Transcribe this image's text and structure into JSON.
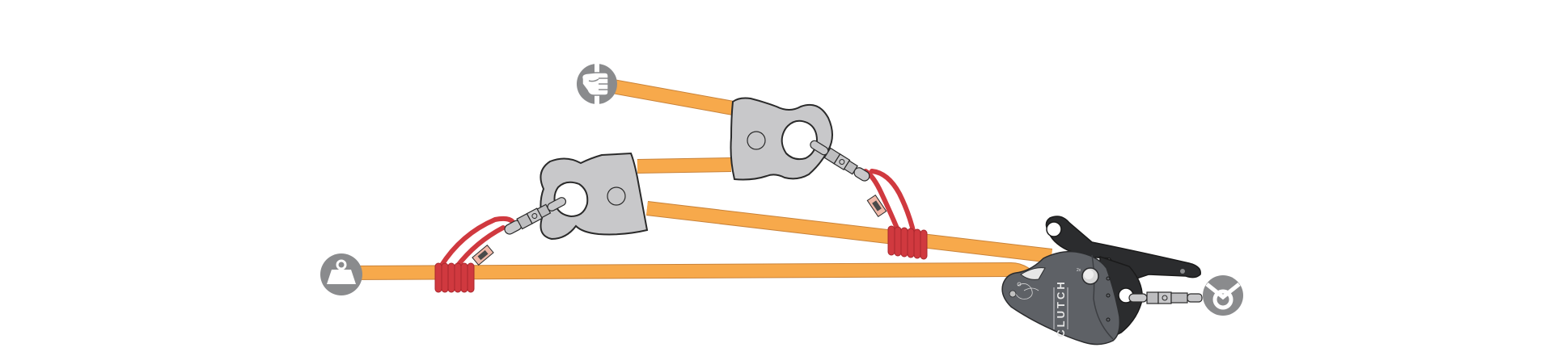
{
  "diagram": {
    "type": "rope-haul-system",
    "description_label": "Pulley hauling system with prusik knots and CLUTCH device",
    "colors": {
      "rope": "#f7a94b",
      "rope_outline": "#c9833a",
      "prusik_cord": "#d0393f",
      "prusik_dark": "#a9272d",
      "pulley": "#c8c8ca",
      "pulley_outline": "#2a2a2a",
      "device_body": "#5e6166",
      "device_dark": "#2b2c2e",
      "icon_bg": "#8a8b8d",
      "sleeve": "#f0b8a8"
    },
    "icons": {
      "load": "weight-icon",
      "haul": "hand-pull-icon",
      "anchor": "anchor-icon"
    },
    "device": {
      "name": "CLUTCH",
      "trademark": "™"
    },
    "components": [
      {
        "id": "load-icon",
        "label": "load"
      },
      {
        "id": "haul-icon",
        "label": "haul"
      },
      {
        "id": "anchor-icon",
        "label": "anchor"
      },
      {
        "id": "pulley-upper",
        "label": "pulley"
      },
      {
        "id": "pulley-lower",
        "label": "pulley"
      },
      {
        "id": "prusik-left",
        "label": "prusik knot"
      },
      {
        "id": "prusik-right",
        "label": "prusik knot"
      },
      {
        "id": "clutch-device",
        "label": "CLUTCH"
      }
    ]
  }
}
